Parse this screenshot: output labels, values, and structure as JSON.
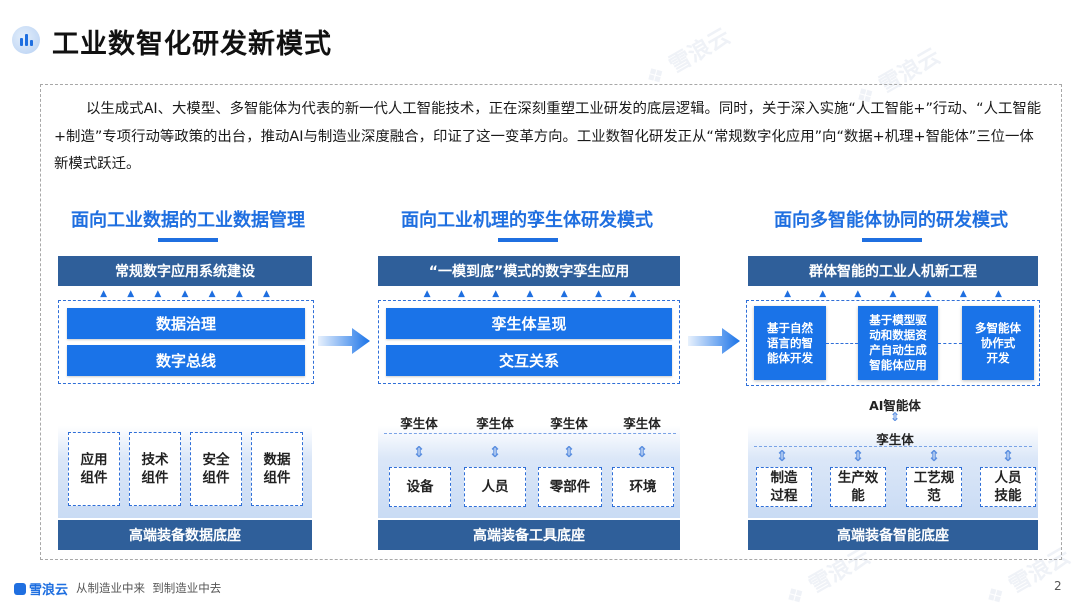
{
  "header": {
    "title": "工业数智化研发新模式"
  },
  "intro": {
    "text": "以生成式AI、大模型、多智能体为代表的新一代人工智能技术，正在深刻重塑工业研发的底层逻辑。同时，关于深入实施“人工智能+”行动、“人工智能+制造”专项行动等政策的出台，推动AI与制造业深度融合，印证了这一变革方向。工业数智化研发正从“常规数字化应用”向“数据+机理+智能体”三位一体新模式跃迁。"
  },
  "columns": [
    {
      "title": "面向工业数据的工业数据管理",
      "top_bar": "常规数字应用系统建设",
      "main_items": [
        "数据治理",
        "数字总线"
      ],
      "components": [
        "应用\n组件",
        "技术\n组件",
        "安全\n组件",
        "数据\n组件"
      ],
      "bottom_bar": "高端装备数据底座"
    },
    {
      "title": "面向工业机理的孪生体研发模式",
      "top_bar": "“一模到底”模式的数字孪生应用",
      "main_items": [
        "孪生体呈现",
        "交互关系"
      ],
      "twin_labels": [
        "孪生体",
        "孪生体",
        "孪生体",
        "孪生体"
      ],
      "components": [
        "设备",
        "人员",
        "零部件",
        "环境"
      ],
      "bottom_bar": "高端装备工具底座"
    },
    {
      "title": "面向多智能体协同的研发模式",
      "top_bar": "群体智能的工业人机新工程",
      "agent_items": [
        "基于自然\n语言的智\n能体开发",
        "基于模型驱\n动和数据资\n产自动生成\n智能体应用",
        "多智能体\n协作式\n开发"
      ],
      "ai_label": "AI智能体",
      "twin_label": "孪生体",
      "components": [
        "制造\n过程",
        "生产效\n能",
        "工艺规\n范",
        "人员\n技能"
      ],
      "bottom_bar": "高端装备智能底座"
    }
  ],
  "footer": {
    "brand": "雪浪云",
    "slogan": "从制造业中来  到制造业中去",
    "page_number": "2"
  },
  "colors": {
    "accent": "#1f6fe0",
    "dark_bar": "#2f5f9a",
    "blue_box": "#1a73e8"
  }
}
